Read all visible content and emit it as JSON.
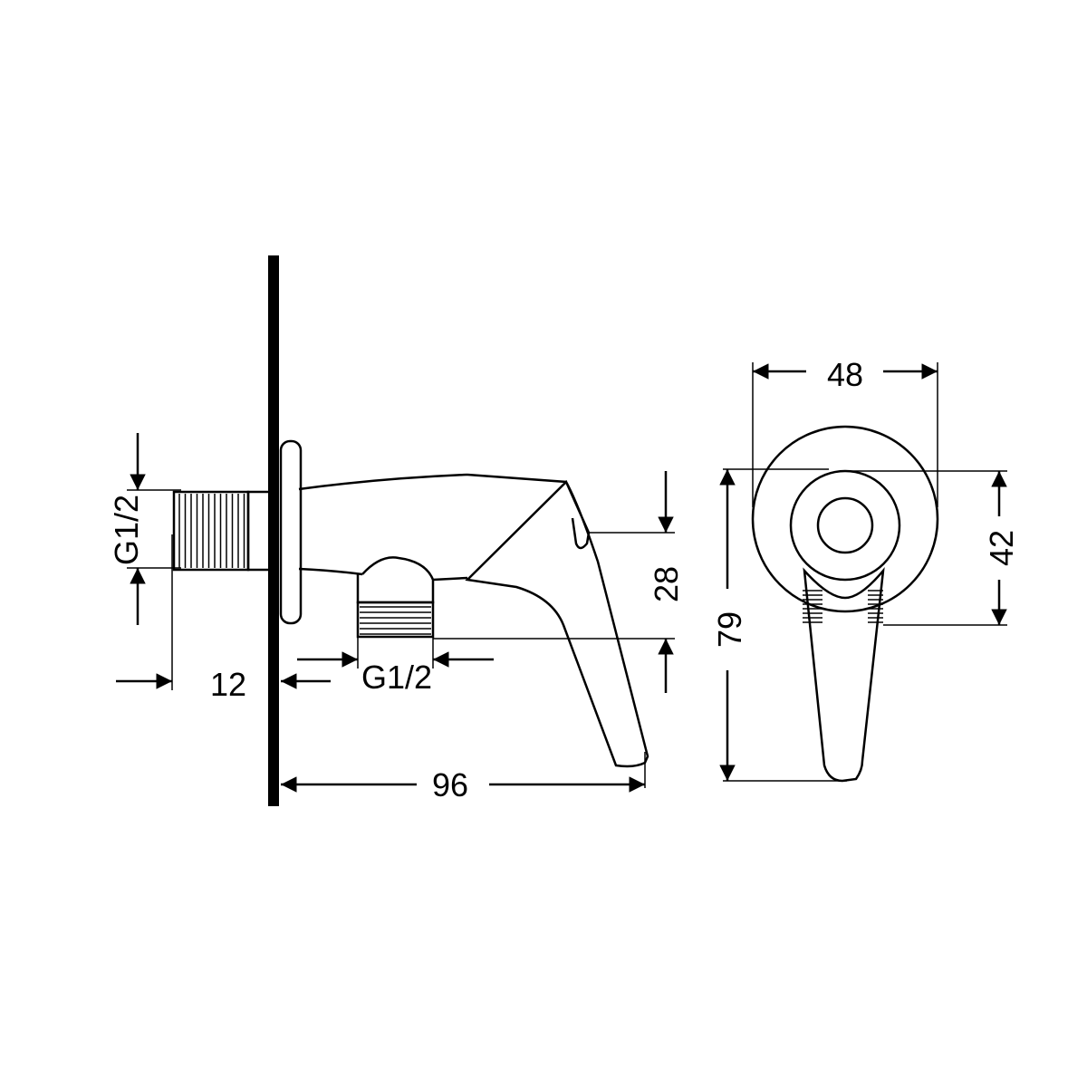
{
  "dimensions": {
    "width_front": "48",
    "height_plate": "42",
    "height_total": "79",
    "outlet_offset": "28",
    "depth": "96",
    "inlet_length": "12",
    "inlet_thread": "G1/2",
    "outlet_thread": "G1/2"
  }
}
